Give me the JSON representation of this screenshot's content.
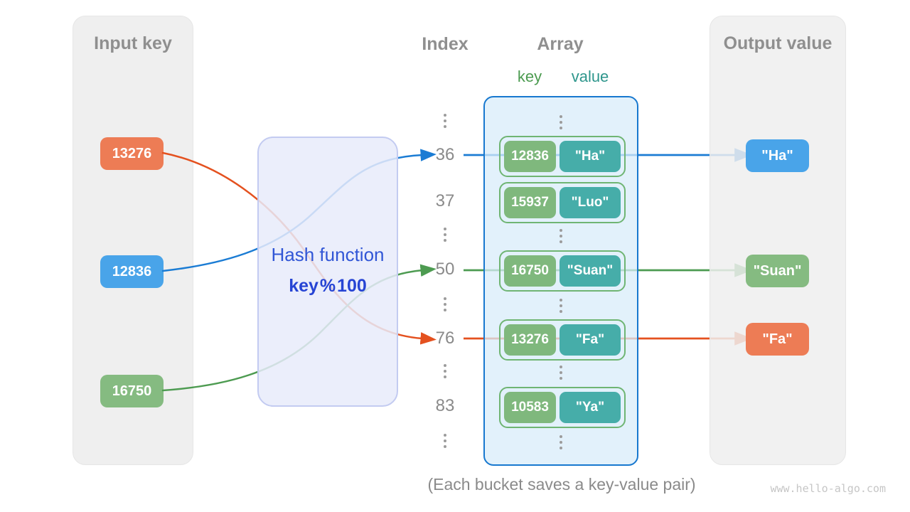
{
  "colors": {
    "box_orange": "#ED7C55",
    "box_blue": "#49A4E9",
    "box_green": "#85BB81",
    "pill_key_green": "#7FB87D",
    "pill_value_teal": "#46ADA9",
    "line_blue": "#1B7CD4",
    "line_green": "#4D9B51",
    "line_orange": "#E4511F",
    "array_border": "#1778CF",
    "hash_text": "#3156D6"
  },
  "input_panel": {
    "title": "Input key",
    "keys": [
      "13276",
      "12836",
      "16750"
    ]
  },
  "hash_box": {
    "title": "Hash function",
    "formula": "key % 100"
  },
  "index_column": {
    "title": "Index",
    "rows": [
      "36",
      "37",
      "50",
      "76",
      "83"
    ],
    "ellipsis": "⋮"
  },
  "array_panel": {
    "title": "Array",
    "key_header": "key",
    "value_header": "value",
    "buckets": [
      {
        "key": "12836",
        "value": "\"Ha\""
      },
      {
        "key": "15937",
        "value": "\"Luo\""
      },
      {
        "key": "16750",
        "value": "\"Suan\""
      },
      {
        "key": "13276",
        "value": "\"Fa\""
      },
      {
        "key": "10583",
        "value": "\"Ya\""
      }
    ]
  },
  "output_panel": {
    "title": "Output value",
    "values": [
      "\"Ha\"",
      "\"Suan\"",
      "\"Fa\""
    ]
  },
  "caption": "(Each bucket saves a key-value pair)",
  "watermark": "www.hello-algo.com"
}
